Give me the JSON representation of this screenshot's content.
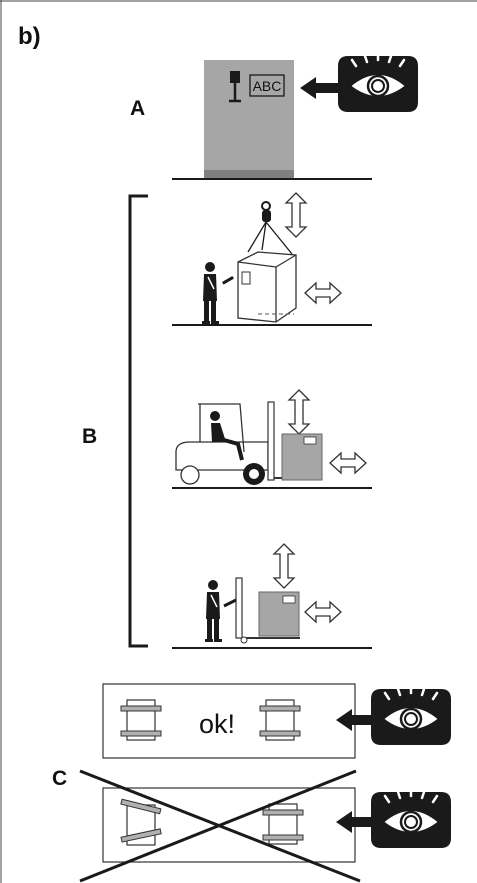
{
  "figure": {
    "panel_label": "b)",
    "sections": {
      "a": {
        "label": "A",
        "package_marking": "ABC"
      },
      "b": {
        "label": "B"
      },
      "c": {
        "label": "C",
        "ok_text": "ok!"
      }
    }
  },
  "icons": [
    "eye-icon",
    "arrow-left-icon",
    "fragile-glass-icon",
    "double-arrow-icon",
    "person-icon",
    "crane-hook-icon",
    "forklift-icon",
    "pallet-jack-icon"
  ],
  "colors": {
    "package_gray": "#a6a6a6",
    "dark": "#1a1a1a",
    "pallet_bar": "#b0b0b0"
  }
}
